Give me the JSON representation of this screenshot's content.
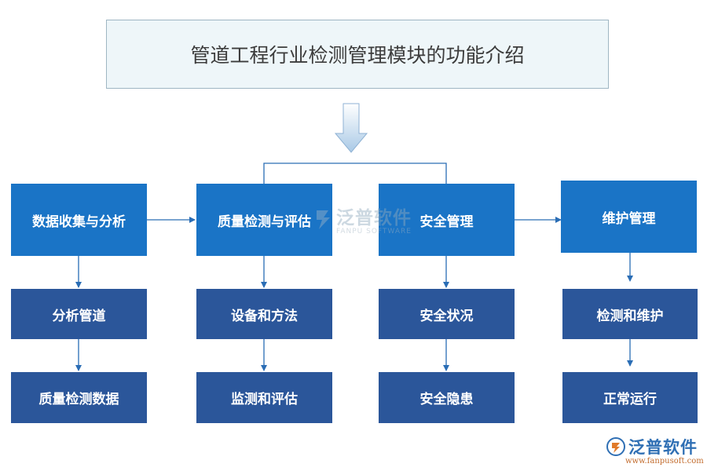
{
  "title": "管道工程行业检测管理模块的功能介绍",
  "columns": [
    {
      "header": "数据收集与分析",
      "items": [
        "分析管道",
        "质量检测数据"
      ]
    },
    {
      "header": "质量检测与评估",
      "items": [
        "设备和方法",
        "监测和评估"
      ]
    },
    {
      "header": "安全管理",
      "items": [
        "安全状况",
        "安全隐患"
      ]
    },
    {
      "header": "维护管理",
      "items": [
        "检测和维护",
        "正常运行"
      ]
    }
  ],
  "watermark": {
    "cn": "泛普软件",
    "en": "FANPU SOFTWARE"
  },
  "brand": {
    "name": "泛普软件",
    "url": "www.fanpusoft.com"
  },
  "colors": {
    "primary": "#1a74c6",
    "secondary": "#2b569a",
    "connector": "#2a6db5",
    "title_bg": "#eef6f9"
  }
}
